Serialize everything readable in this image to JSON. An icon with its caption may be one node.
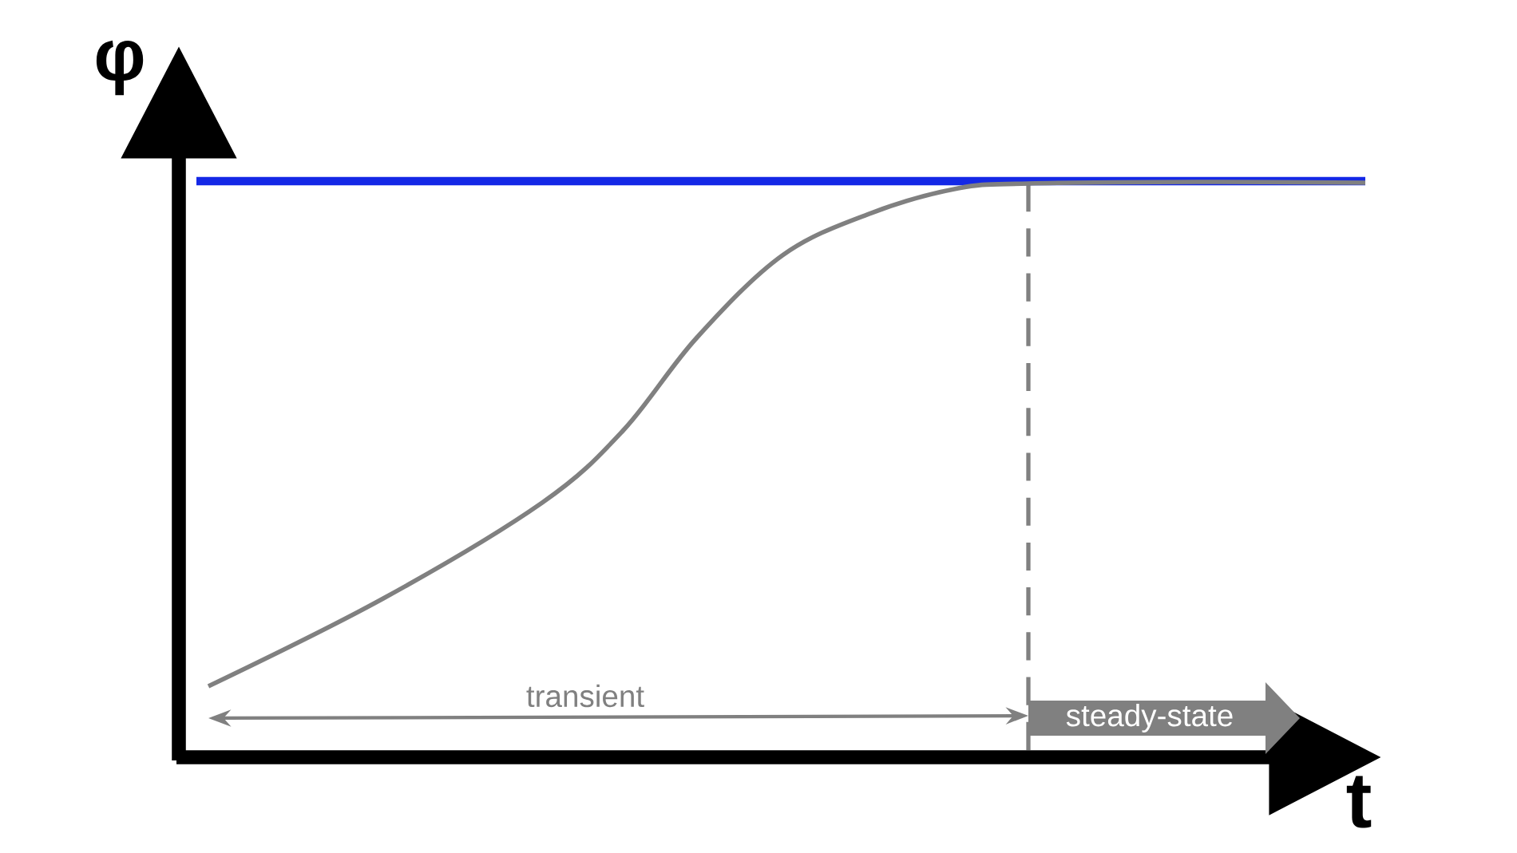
{
  "diagram": {
    "nodes": [
      {
        "text": [
          "steady-state"
        ]
      }
    ],
    "labels": [
      "φ",
      "t",
      "transient"
    ]
  }
}
